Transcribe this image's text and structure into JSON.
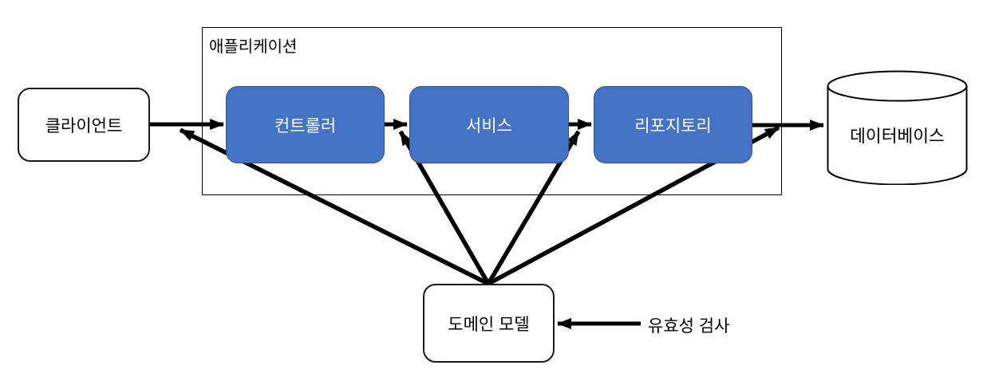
{
  "diagram": {
    "title": "애플리케이션",
    "colors": {
      "node_fill": "#4472C4",
      "node_border": "#2F528F",
      "node_text": "#ffffff",
      "outline": "#000000",
      "background": "#ffffff"
    },
    "nodes": {
      "client": {
        "label": "클라이언트",
        "shape": "rounded-rect",
        "fill": "white"
      },
      "application": {
        "label": "애플리케이션",
        "shape": "rect-container",
        "fill": "none"
      },
      "controller": {
        "label": "컨트롤러",
        "shape": "rounded-rect",
        "fill": "blue"
      },
      "service": {
        "label": "서비스",
        "shape": "rounded-rect",
        "fill": "blue"
      },
      "repository": {
        "label": "리포지토리",
        "shape": "rounded-rect",
        "fill": "blue"
      },
      "database": {
        "label": "데이터베이스",
        "shape": "cylinder",
        "fill": "white"
      },
      "domain_model": {
        "label": "도메인 모델",
        "shape": "rounded-rect",
        "fill": "white"
      }
    },
    "labels": {
      "validation": "유효성 검사"
    },
    "edges": [
      {
        "from": "client",
        "to": "controller",
        "type": "arrow"
      },
      {
        "from": "controller",
        "to": "service",
        "type": "arrow"
      },
      {
        "from": "service",
        "to": "repository",
        "type": "arrow"
      },
      {
        "from": "repository",
        "to": "database",
        "type": "arrow"
      },
      {
        "from": "domain_model",
        "to": "client-controller-link",
        "type": "arrow"
      },
      {
        "from": "domain_model",
        "to": "controller-service-link",
        "type": "arrow"
      },
      {
        "from": "domain_model",
        "to": "service-repository-link",
        "type": "arrow"
      },
      {
        "from": "domain_model",
        "to": "repository-database-link",
        "type": "arrow"
      },
      {
        "from": "validation-label",
        "to": "domain_model",
        "type": "arrow"
      }
    ]
  }
}
